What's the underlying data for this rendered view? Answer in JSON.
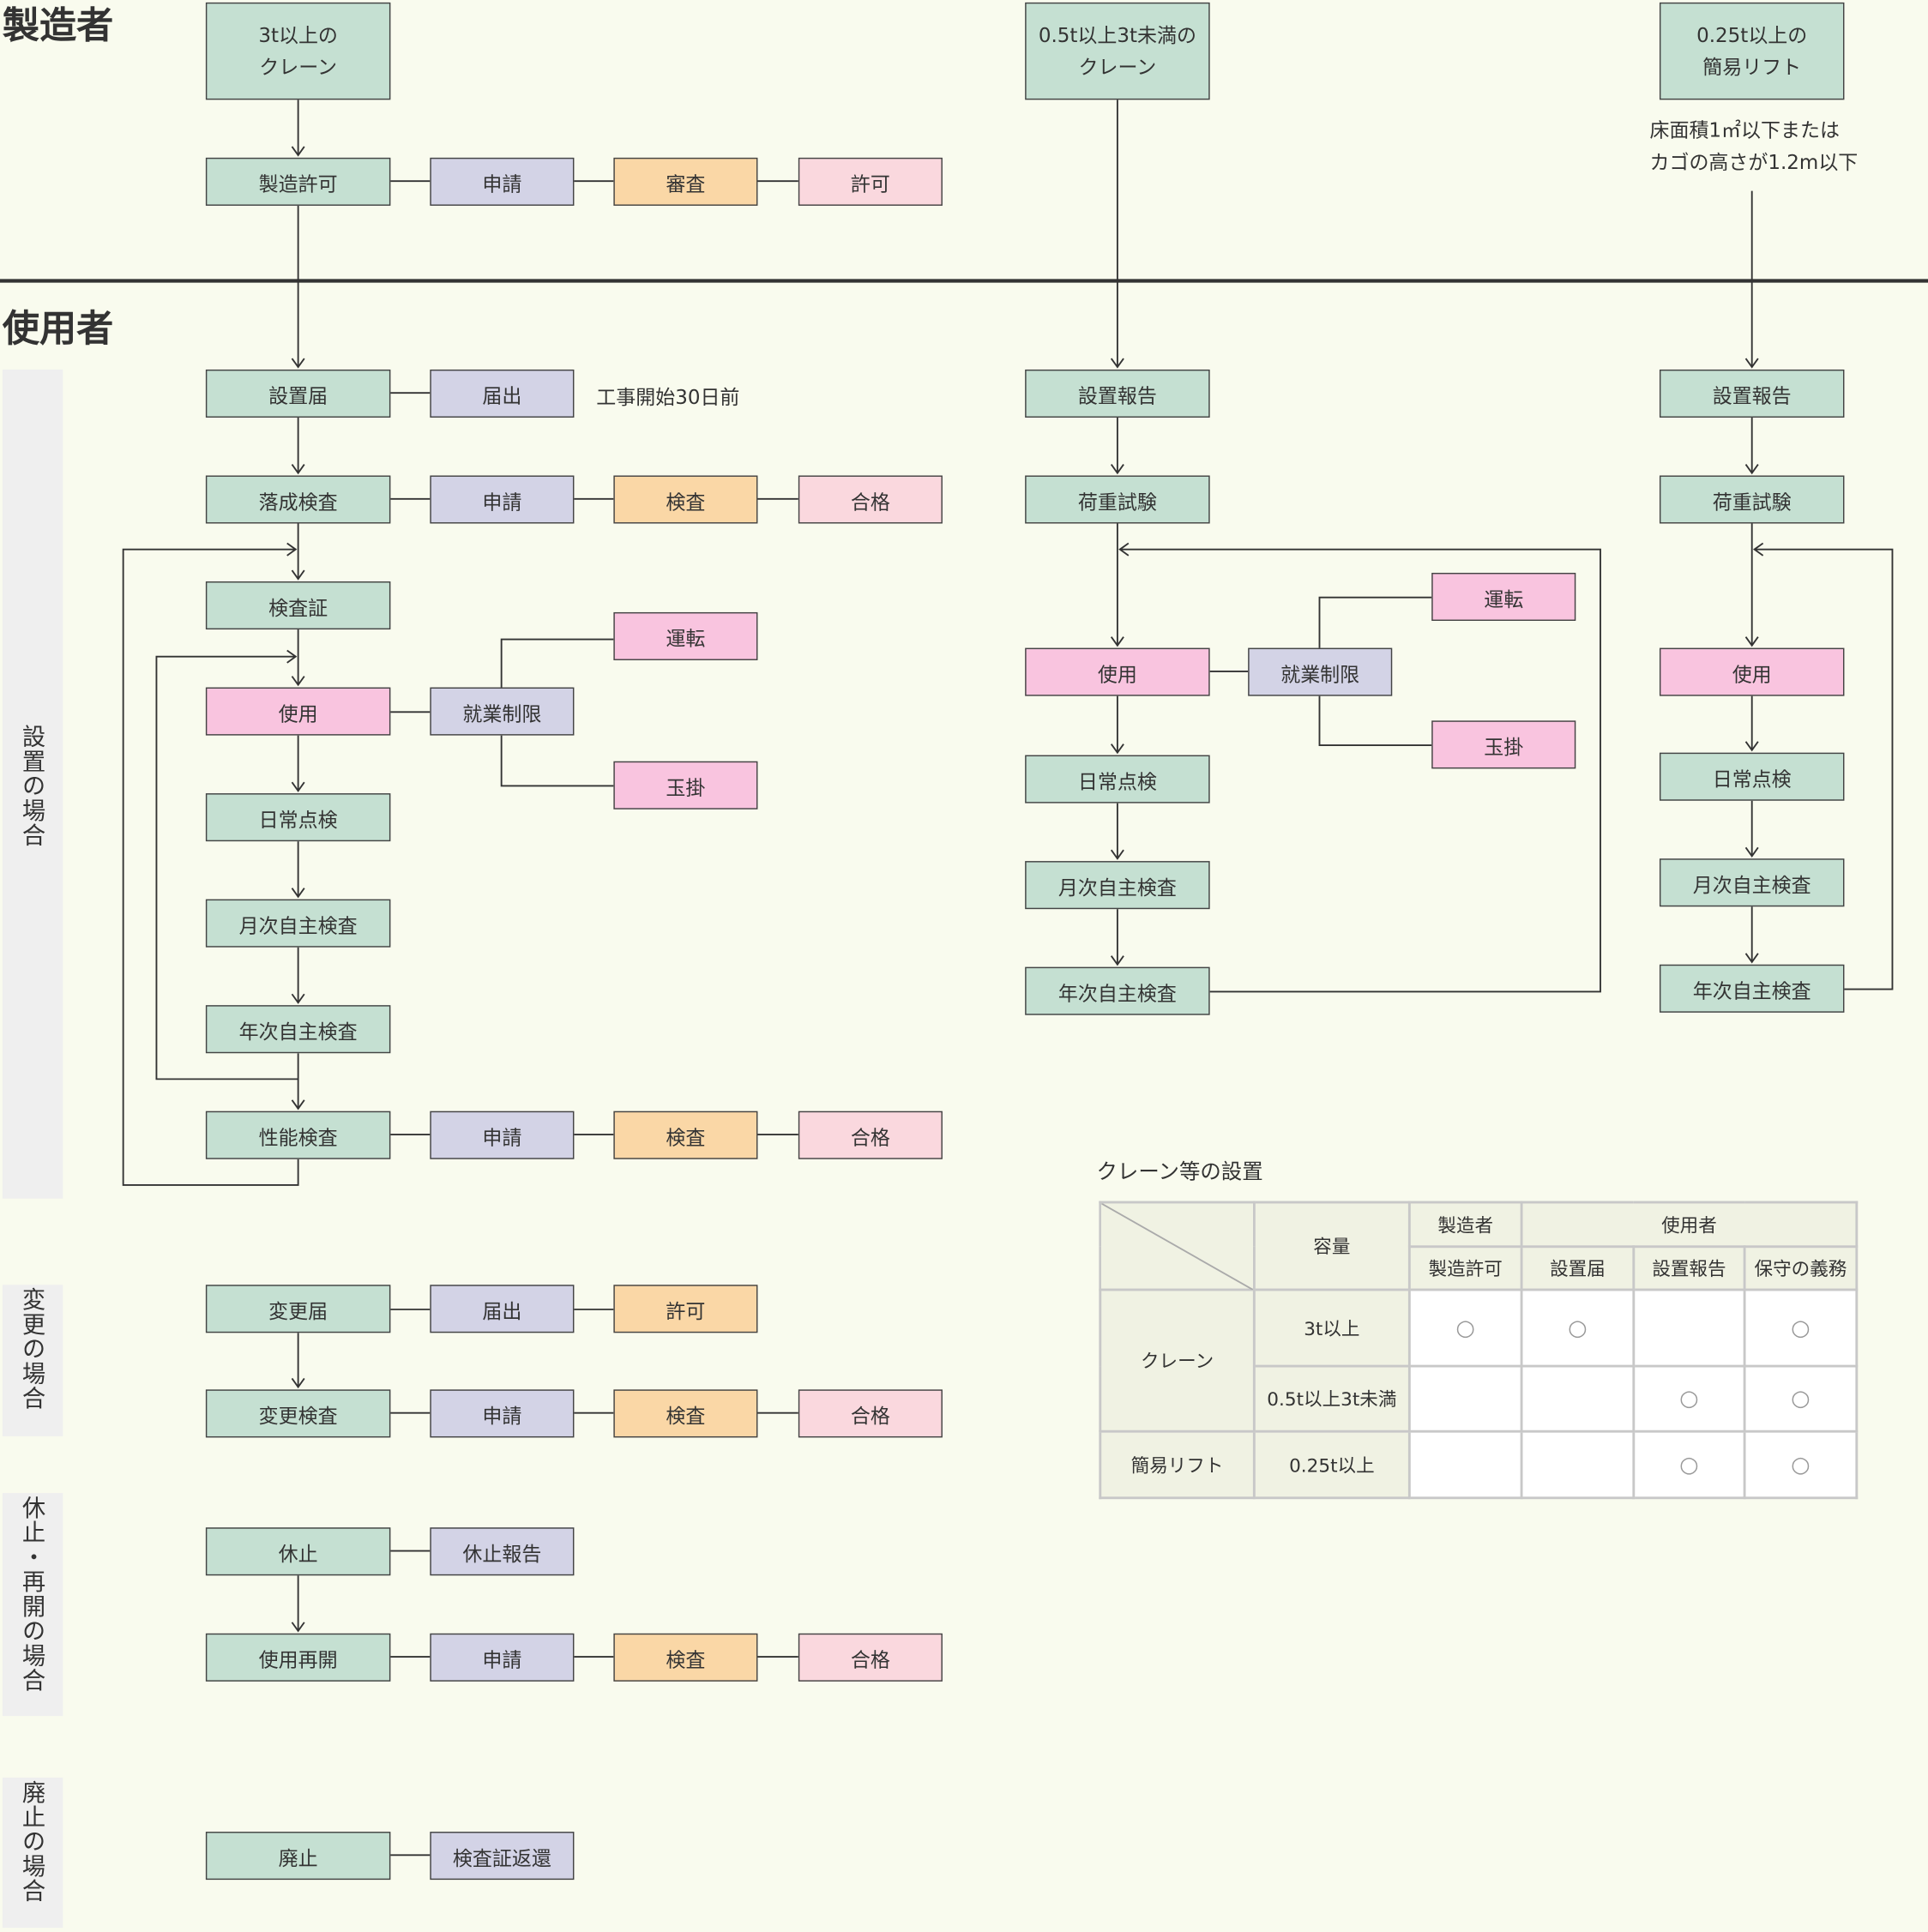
{
  "headers": {
    "manufacturer": "製造者",
    "user": "使用者"
  },
  "side": {
    "install": "設置の場合",
    "change": "変更の場合",
    "suspend": "休止・再開の場合",
    "abolish": "廃止の場合"
  },
  "col1": {
    "top": [
      "3t以上の",
      "クレーン"
    ],
    "mfg": [
      "製造許可",
      "申請",
      "審査",
      "許可"
    ],
    "notify": [
      "設置届",
      "届出"
    ],
    "notify_note": "工事開始30日前",
    "completion": [
      "落成検査",
      "申請",
      "検査",
      "合格"
    ],
    "certificate": "検査証",
    "use": "使用",
    "restriction": "就業制限",
    "operation": "運転",
    "slinging": "玉掛",
    "daily": "日常点検",
    "monthly": "月次自主検査",
    "annual": "年次自主検査",
    "performance": [
      "性能検査",
      "申請",
      "検査",
      "合格"
    ]
  },
  "change": {
    "row1": [
      "変更届",
      "届出",
      "許可"
    ],
    "row2": [
      "変更検査",
      "申請",
      "検査",
      "合格"
    ]
  },
  "suspend": {
    "row1": [
      "休止",
      "休止報告"
    ],
    "row2": [
      "使用再開",
      "申請",
      "検査",
      "合格"
    ]
  },
  "abolish": [
    "廃止",
    "検査証返還"
  ],
  "col2": {
    "top": [
      "0.5t以上3t未満の",
      "クレーン"
    ],
    "report": "設置報告",
    "load": "荷重試験",
    "use": "使用",
    "restriction": "就業制限",
    "operation": "運転",
    "slinging": "玉掛",
    "daily": "日常点検",
    "monthly": "月次自主検査",
    "annual": "年次自主検査"
  },
  "col3": {
    "top": [
      "0.25t以上の",
      "簡易リフト"
    ],
    "note": [
      "床面積1㎡以下または",
      "カゴの高さが1.2m以下"
    ],
    "report": "設置報告",
    "load": "荷重試験",
    "use": "使用",
    "daily": "日常点検",
    "monthly": "月次自主検査",
    "annual": "年次自主検査"
  },
  "table": {
    "title": "クレーン等の設置",
    "capacity": "容量",
    "manufacturer": "製造者",
    "user": "使用者",
    "cols": [
      "製造許可",
      "設置届",
      "設置報告",
      "保守の義務"
    ],
    "crane": "クレーン",
    "lift": "簡易リフト",
    "rows": [
      {
        "cap": "3t以上",
        "marks": [
          "○",
          "○",
          "",
          "○"
        ]
      },
      {
        "cap": "0.5t以上3t未満",
        "marks": [
          "",
          "",
          "○",
          "○"
        ]
      },
      {
        "cap": "0.25t以上",
        "marks": [
          "",
          "",
          "○",
          "○"
        ]
      }
    ]
  }
}
